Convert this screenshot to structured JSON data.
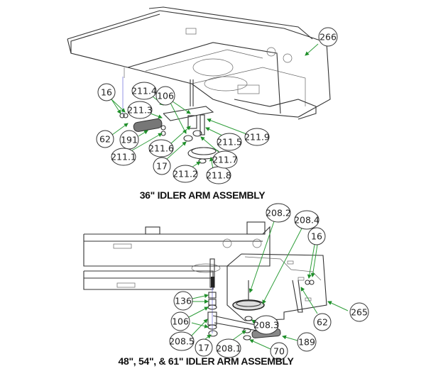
{
  "diagrams": [
    {
      "title": "36\" IDLER ARM ASSEMBLY",
      "callouts": [
        "266",
        "16",
        "211.4",
        "106",
        "211.3",
        "62",
        "191",
        "211.1",
        "211.6",
        "17",
        "211.2",
        "211.8",
        "211.5",
        "211.7",
        "211.9"
      ]
    },
    {
      "title": "48\", 54\", & 61\" IDLER ARM ASSEMBLY",
      "callouts": [
        "208.2",
        "208.4",
        "16",
        "136",
        "106",
        "208.5",
        "17",
        "208.1",
        "208.3",
        "189",
        "70",
        "62",
        "265"
      ]
    }
  ],
  "colors": {
    "leader": "#2f9e3a",
    "outline": "#333333"
  }
}
